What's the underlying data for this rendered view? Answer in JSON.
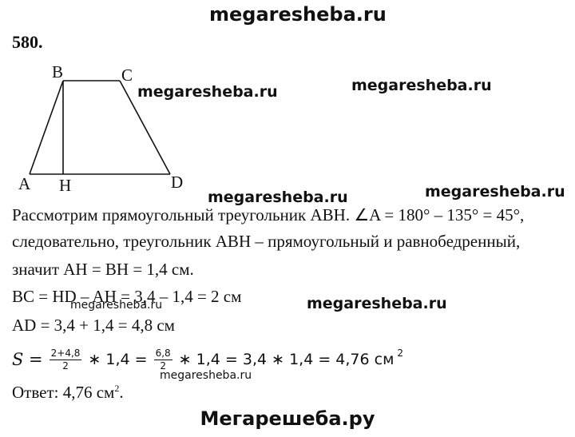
{
  "header": {
    "watermark": "megaresheba.ru"
  },
  "problem": {
    "number": "580."
  },
  "figure": {
    "labels": {
      "A": "A",
      "B": "B",
      "C": "C",
      "D": "D",
      "H": "H"
    }
  },
  "watermarks": {
    "w1": "megaresheba.ru",
    "w2": "megaresheba.ru",
    "w3": "megaresheba.ru",
    "w4": "megaresheba.ru",
    "w5": "megaresheba.ru",
    "w6": "megaresheba.ru",
    "w7": "megaresheba.ru"
  },
  "solution": {
    "line1": "Рассмотрим прямоугольный треугольник ABH. ∠A = 180° – 135° = 45°,",
    "line2": "следовательно, треугольник ABH – прямоугольный и равнобедренный,",
    "line3": "значит AH = BH = 1,4 см.",
    "line4": "BC = HD – AH = 3,4 – 1,4 = 2 см",
    "line5": "AD = 3,4 + 1,4 = 4,8 см",
    "formula": {
      "lhs": "S =",
      "frac1_num": "2+4,8",
      "frac1_den": "2",
      "part1": "∗ 1,4 =",
      "frac2_num": "6,8",
      "frac2_den": "2",
      "part2": "∗ 1,4 = 3,4 ∗ 1,4 = 4,76 см",
      "sup": "2"
    },
    "answer": "Ответ: 4,76 см",
    "answer_sup": "2",
    "answer_dot": "."
  },
  "footer": {
    "brand": "Мегарешеба.ру"
  }
}
